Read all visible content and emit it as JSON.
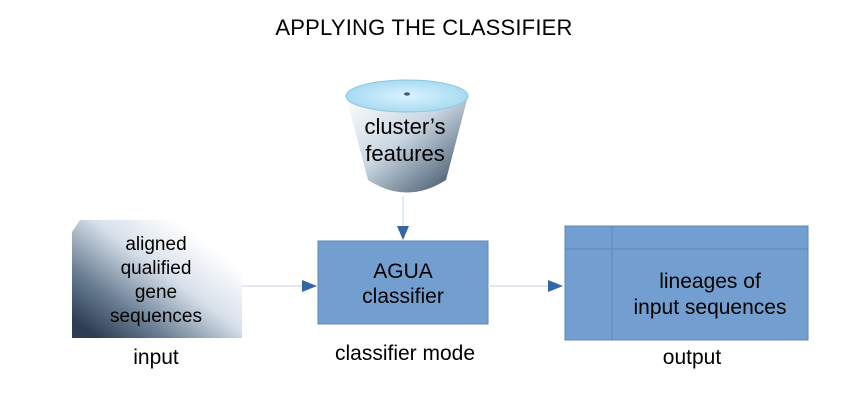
{
  "diagram": {
    "title": "APPLYING THE CLASSIFIER",
    "features_store": {
      "lines": [
        "cluster’s",
        "features"
      ]
    },
    "input_box": {
      "lines": [
        "aligned",
        "qualified",
        "gene",
        "sequences"
      ],
      "caption": "input"
    },
    "classifier_box": {
      "lines": [
        "AGUA",
        "classifier"
      ],
      "caption": "classifier mode"
    },
    "output_box": {
      "lines": [
        "lineages of",
        "input sequences"
      ],
      "caption": "output"
    },
    "colors": {
      "box_fill": "#729fcf",
      "box_border": "#5b86b8",
      "arrow": "#3465a4",
      "connector": "#d8e2ee",
      "cylinder_top": "#b4e4f8",
      "cylinder_dark": "#2e4257",
      "input_dark": "#2c3e52"
    }
  }
}
